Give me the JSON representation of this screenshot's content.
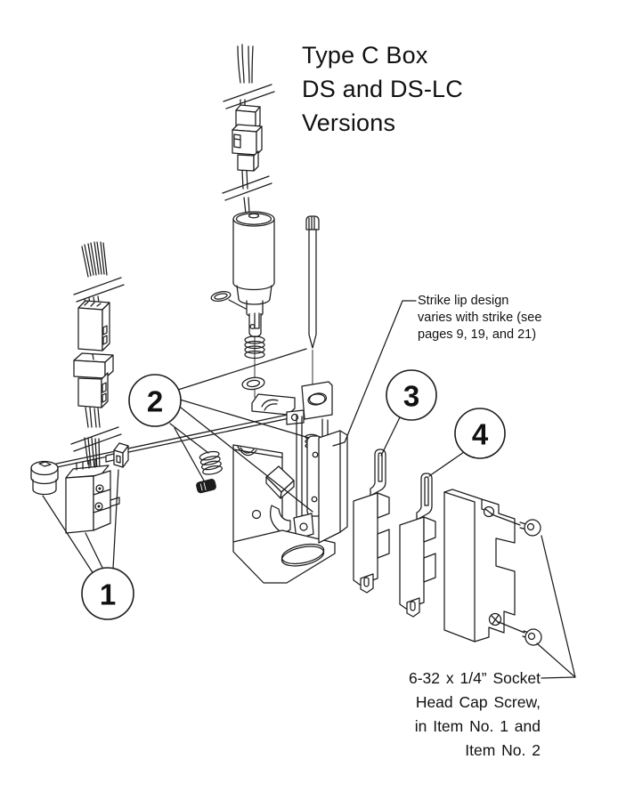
{
  "page": {
    "background": "#ffffff"
  },
  "diagram": {
    "title": "Type C Box\nDS and DS-LC\nVersions",
    "strike_lip_note": "Strike lip design\nvaries with strike (see\npages 9, 19, and 21)",
    "screw_note": "6-32 x 1/4” Socket\nHead Cap Screw,\nin Item No. 1 and\nItem No. 2",
    "callouts": [
      {
        "number": "1"
      },
      {
        "number": "2"
      },
      {
        "number": "3"
      },
      {
        "number": "4"
      }
    ],
    "line_color": "#1c1c1c"
  }
}
